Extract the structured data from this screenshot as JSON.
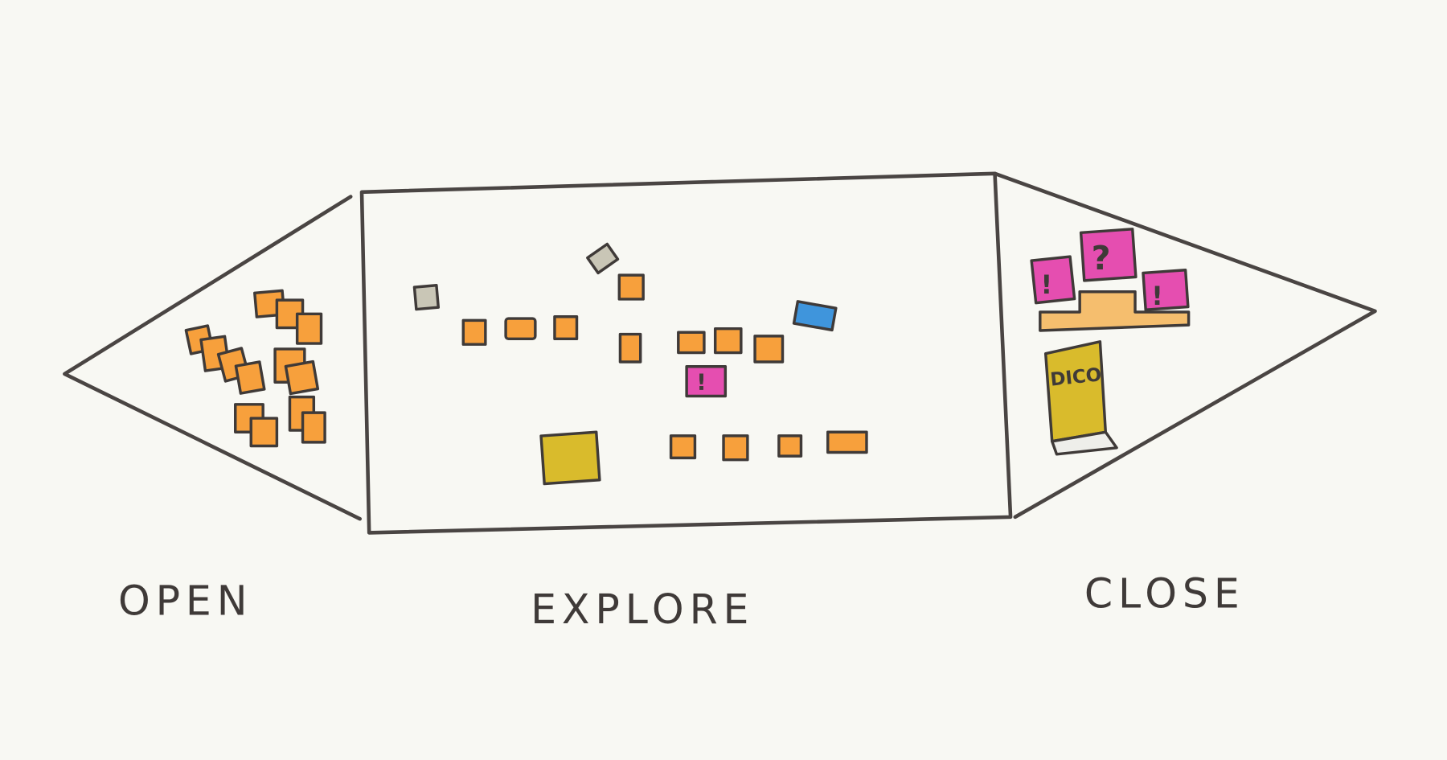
{
  "labels": {
    "open": "OPEN",
    "explore": "EXPLORE",
    "close": "CLOSE"
  },
  "marks": {
    "exclamation": "!",
    "question": "?",
    "book": "DICO"
  },
  "colors": {
    "background": "#f8f8f3",
    "outline": "#4a4543",
    "orange_sticky": "#f7a03c",
    "grey_sticky": "#c9c6b6",
    "blue_sticky": "#3f95dc",
    "pink_sticky": "#e54eb0",
    "yellow_sticky": "#d9bb2c",
    "podium": "#f5be6e"
  }
}
